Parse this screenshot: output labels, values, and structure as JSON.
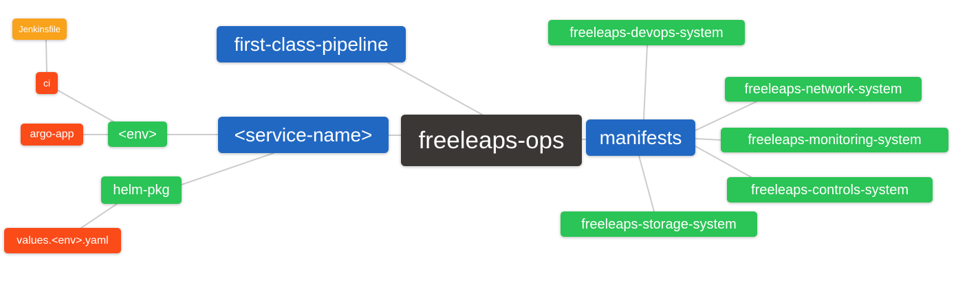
{
  "palette": {
    "root_bg": "#3A3734",
    "primary_bg": "#2168C3",
    "secondary_bg": "#2BC456",
    "file_bg": "#FA4B19",
    "jenkins_bg": "#F9A21B",
    "edge": "#CCCCCC",
    "text": "#FFFFFF"
  },
  "nodes": {
    "freeleaps_ops": {
      "label": "freeleaps-ops"
    },
    "first_class_pipeline": {
      "label": "first-class-pipeline"
    },
    "service_name": {
      "label": "<service-name>"
    },
    "manifests": {
      "label": "manifests"
    },
    "env": {
      "label": "<env>"
    },
    "helm_pkg": {
      "label": "helm-pkg"
    },
    "ci": {
      "label": "ci"
    },
    "argo_app": {
      "label": "argo-app"
    },
    "jenkinsfile": {
      "label": "Jenkinsfile"
    },
    "values_env_yaml": {
      "label": "values.<env>.yaml"
    },
    "devops_system": {
      "label": "freeleaps-devops-system"
    },
    "network_system": {
      "label": "freeleaps-network-system"
    },
    "monitoring_system": {
      "label": "freeleaps-monitoring-system"
    },
    "controls_system": {
      "label": "freeleaps-controls-system"
    },
    "storage_system": {
      "label": "freeleaps-storage-system"
    }
  },
  "edges": [
    {
      "from": "jenkinsfile",
      "to": "ci"
    },
    {
      "from": "ci",
      "to": "env"
    },
    {
      "from": "argo_app",
      "to": "env"
    },
    {
      "from": "env",
      "to": "service_name"
    },
    {
      "from": "helm_pkg",
      "to": "service_name"
    },
    {
      "from": "values_env_yaml",
      "to": "helm_pkg"
    },
    {
      "from": "first_class_pipeline",
      "to": "freeleaps_ops"
    },
    {
      "from": "service_name",
      "to": "freeleaps_ops"
    },
    {
      "from": "freeleaps_ops",
      "to": "manifests"
    },
    {
      "from": "manifests",
      "to": "devops_system"
    },
    {
      "from": "manifests",
      "to": "network_system"
    },
    {
      "from": "manifests",
      "to": "monitoring_system"
    },
    {
      "from": "manifests",
      "to": "controls_system"
    },
    {
      "from": "manifests",
      "to": "storage_system"
    }
  ]
}
